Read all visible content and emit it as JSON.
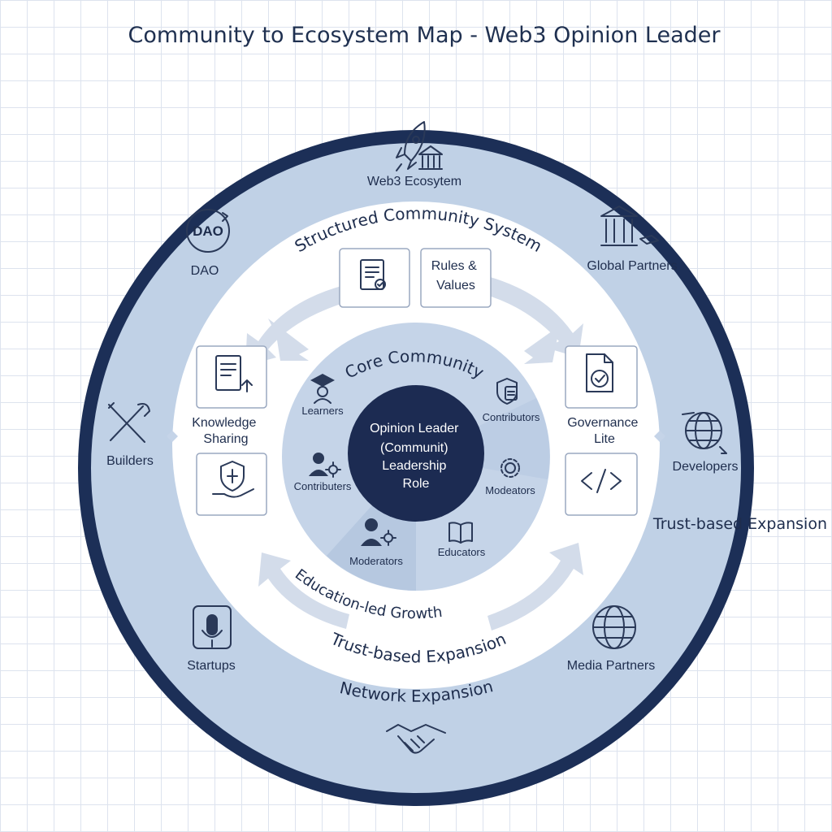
{
  "title": "Community to Ecosystem Map - Web3 Opinion Leader",
  "center": {
    "lines": [
      "Opinion Leader",
      "(Communit)",
      "Leadership",
      "Role"
    ]
  },
  "core": {
    "ring_label": "Core Community",
    "segments": {
      "learners": "Learners",
      "contributors_right": "Contributors",
      "contributors_left": "Contributers",
      "moderators_right": "Modeators",
      "moderators_bottom": "Moderators",
      "educators": "Educators"
    }
  },
  "structured": {
    "ring_label": "Structured Community System",
    "rules_values": [
      "Rules &",
      "Values"
    ],
    "knowledge_sharing": [
      "Knowledge",
      "Sharing"
    ],
    "governance_lite": [
      "Governance",
      "Lite"
    ],
    "education_growth": "Education-led Growth",
    "trust_expansion": "Trust-based Expansion"
  },
  "ecosystem": {
    "ring_label": "Web3 Ecosytem",
    "dao_icon_text": "DAO",
    "dao": "DAO",
    "global_partners": "Global Partners",
    "builders": "Builders",
    "developers": "Developers",
    "trust_expansion": "Trust-based Expansion",
    "startups": "Startups",
    "media_partners": "Media Partners",
    "network_expansion": "Network Expansion"
  },
  "colors": {
    "outer_border": "#1c2f57",
    "outer_ring": "#c0d1e6",
    "white_band": "#ffffff",
    "core_ring": "#c5d4e8",
    "core_center": "#1c2b52"
  },
  "icons": [
    "rocket-icon",
    "institution-icon",
    "dao-icon",
    "bank-icon",
    "tools-icon",
    "globe-arrow-icon",
    "code-icon",
    "microphone-icon",
    "globe-icon",
    "handshake-icon",
    "document-check-icon",
    "document-upload-icon",
    "shield-hand-icon",
    "graduation-cap-icon",
    "shield-document-icon",
    "people-gear-icon",
    "gear-icon",
    "book-icon",
    "certificate-icon"
  ]
}
